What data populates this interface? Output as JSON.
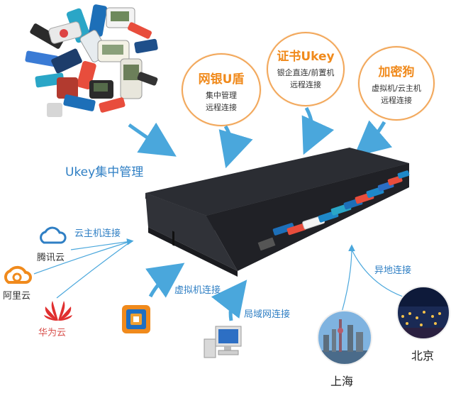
{
  "title": "Ukey集中管理",
  "bubbles": [
    {
      "title": "网银U盾",
      "lines": [
        "集中管理",
        "远程连接"
      ]
    },
    {
      "title": "证书Ukey",
      "lines": [
        "银企直连/前置机",
        "远程连接"
      ]
    },
    {
      "title": "加密狗",
      "lines": [
        "虚拟机/云主机",
        "远程连接"
      ]
    }
  ],
  "cloud": {
    "label": "云主机连接",
    "providers": [
      "腾讯云",
      "阿里云",
      "华为云"
    ]
  },
  "vm_label": "虚拟机连接",
  "lan_label": "局域网连接",
  "remote": {
    "label": "异地连接",
    "cities": [
      "上海",
      "北京"
    ]
  },
  "colors": {
    "accent_orange": "#f08a1c",
    "accent_blue": "#2f7fc4",
    "arrow_blue": "#4aa7dc"
  },
  "icons": [
    "usb-keys-pile",
    "server-rack",
    "tencent-cloud-logo",
    "aliyun-logo",
    "huawei-logo",
    "vmware-logo",
    "computer-icon",
    "shanghai-photo",
    "beijing-photo"
  ]
}
